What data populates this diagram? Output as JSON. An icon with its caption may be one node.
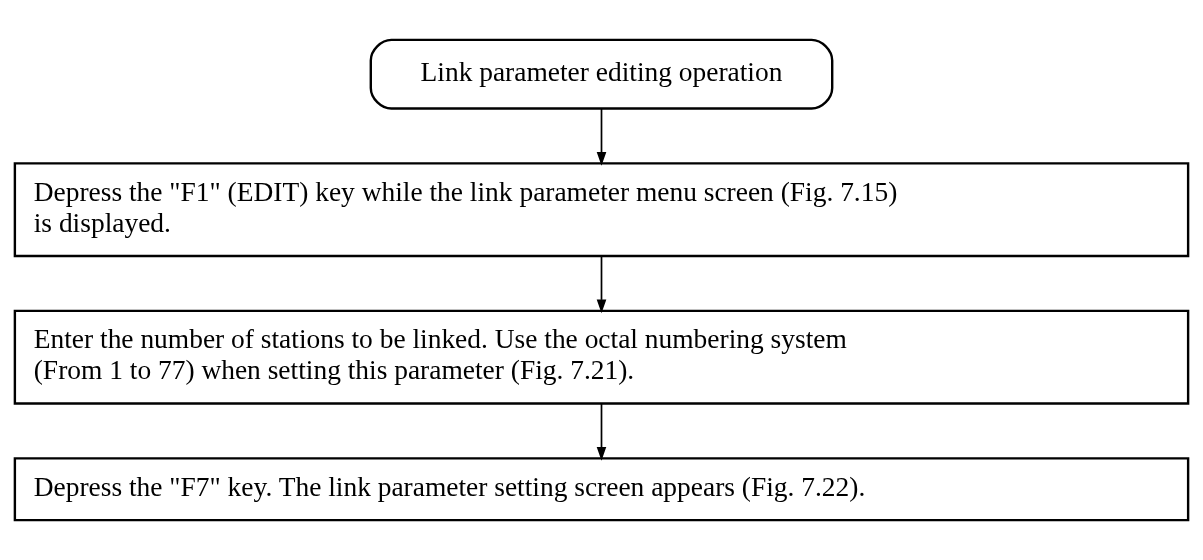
{
  "diagram": {
    "nodes": [
      {
        "text": [
          "Link parameter editing operation"
        ]
      },
      {
        "text": [
          "Depress the \"F1\" (EDIT) key while the link parameter menu screen (Fig. 7.15) is displayed."
        ]
      },
      {
        "text": [
          "Enter the number of stations to be linked. Use the octal numbering system (From 1 to 77) when setting this parameter (Fig. 7.21)."
        ]
      },
      {
        "text": [
          "Depress the \"F7\" key. The link parameter setting screen appears (Fig. 7.22)."
        ]
      }
    ],
    "edges": [
      {
        "from": 0,
        "to": 1,
        "arrow": "to"
      },
      {
        "from": 1,
        "to": 2,
        "arrow": "to"
      },
      {
        "from": 2,
        "to": 3,
        "arrow": "to"
      }
    ]
  }
}
